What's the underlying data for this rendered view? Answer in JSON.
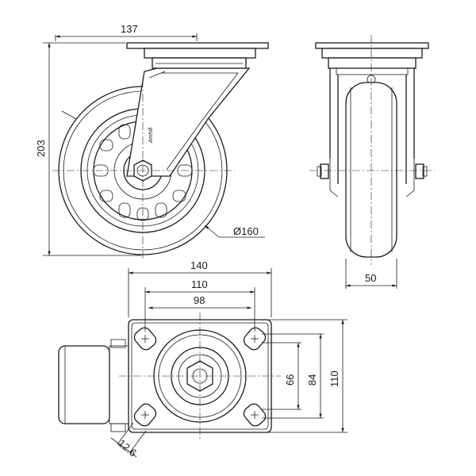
{
  "brand_mark": "Amhill",
  "dimensions": {
    "mount_height": "137",
    "overall_height": "203",
    "wheel_diameter": "Ø160",
    "wheel_width": "50",
    "plate_width": "140",
    "hole_spacing_long": "110",
    "hole_spacing_short": "98",
    "hole_spacing_vertical_short": "66",
    "hole_spacing_vertical_mid": "84",
    "hole_spacing_vertical_long": "110",
    "slot_width": "12.6"
  }
}
